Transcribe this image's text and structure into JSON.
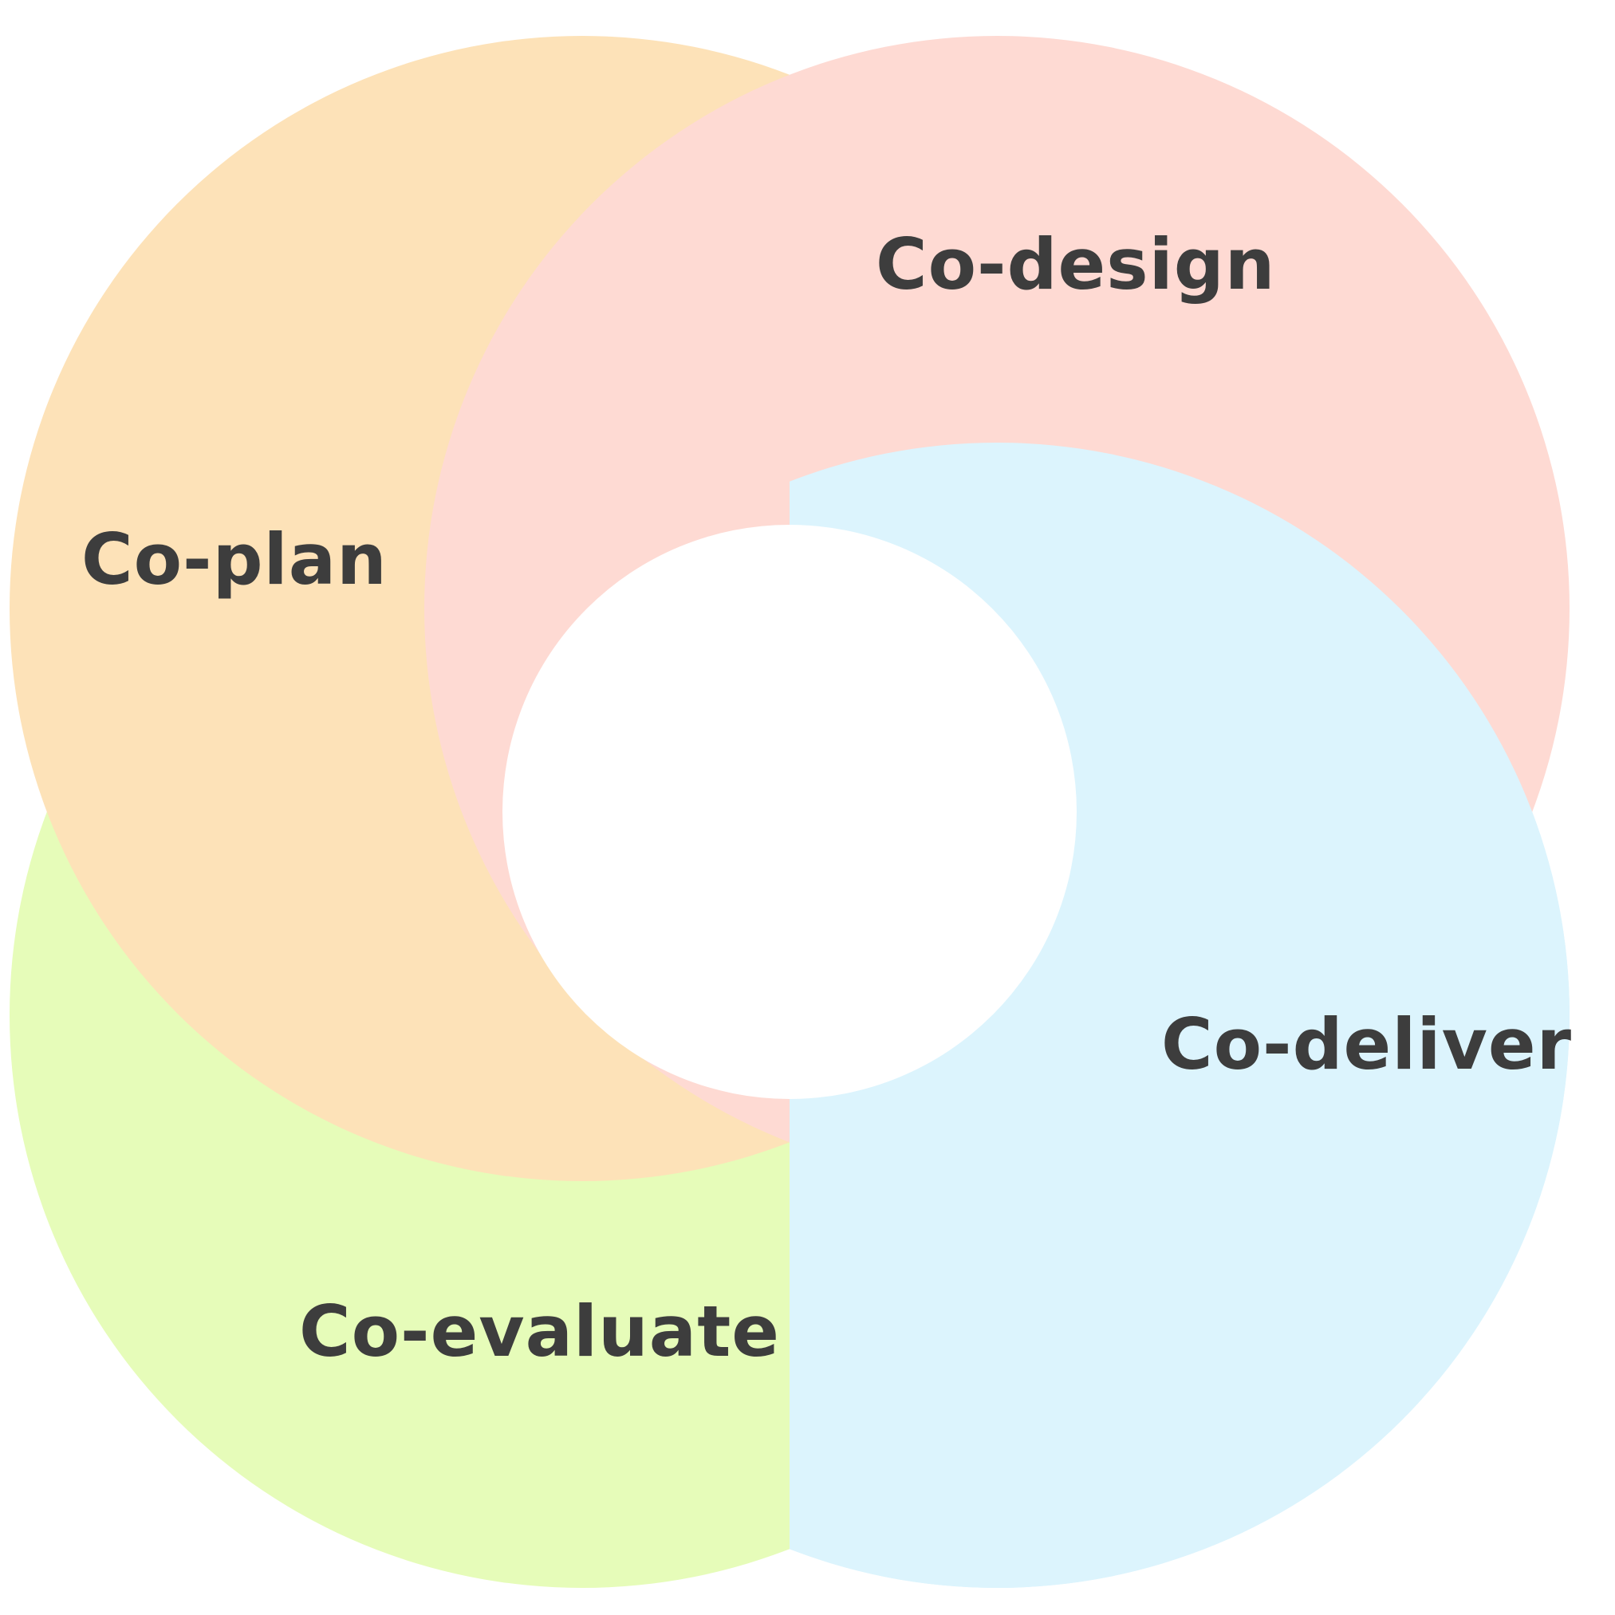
{
  "diagram": {
    "phases": [
      {
        "id": "plan",
        "label": "Co-plan",
        "color": "#fde2b8"
      },
      {
        "id": "design",
        "label": "Co-design",
        "color": "#fedad3"
      },
      {
        "id": "deliver",
        "label": "Co-deliver",
        "color": "#dcf4fd"
      },
      {
        "id": "evaluate",
        "label": "Co-evaluate",
        "color": "#e6fcb9"
      }
    ],
    "label_color": "#3d3d3d",
    "background": "#ffffff"
  }
}
